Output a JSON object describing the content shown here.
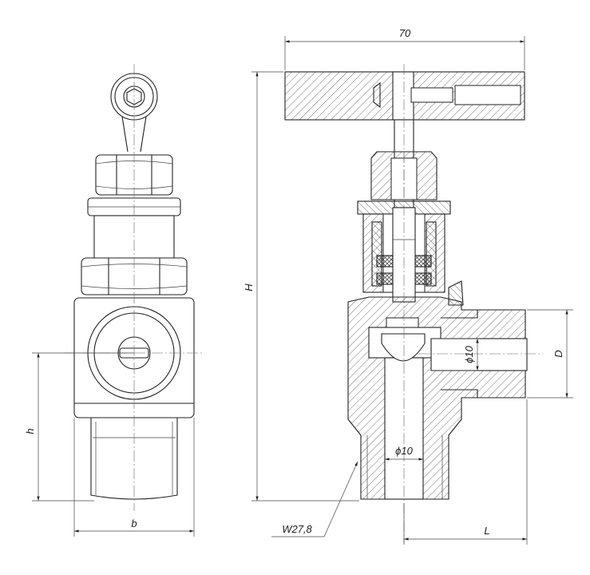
{
  "dimensions": {
    "width_top": "70",
    "height": "H",
    "port_diameter": "D",
    "side_bore": "ϕ10",
    "main_bore": "ϕ10",
    "thread": "W27,8",
    "side_length": "L",
    "front_width": "b",
    "front_height": "h"
  },
  "colors": {
    "line": "#222222",
    "hatch": "#555555",
    "background": "#ffffff"
  }
}
